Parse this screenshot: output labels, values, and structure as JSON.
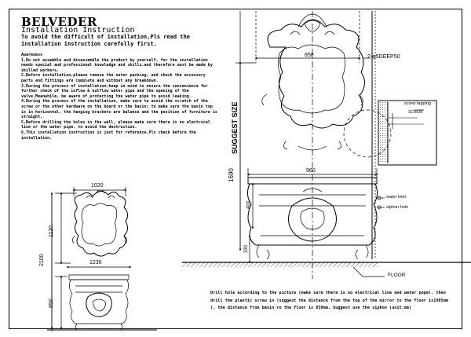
{
  "header": {
    "brand": "BELVEDER",
    "subtitle": "Installation Instruction",
    "intro": "To avoid the difficult of installation,Pls read the installation instruction carefully first."
  },
  "notes": {
    "heading": "Awareness",
    "items": [
      "1.Do not assemble and disassemble the product by yourself, for the installation needs special and professional knowledge and skills,and therefore must be made by skilled workers.",
      "2.Before installation,please remove the outer packing, and check the accessory parts and fittings are complete and without any breakdown.",
      "3.During the process of installation,keep in mind to ensure the convenience for further check of the inflow & outflow water pipe and the opening of the valve.Meanwhile, be aware of protecting the water pipe to avoid leaking.",
      "4.During the process of the installation, make sure to avoid the scratch of the screw or the other hardware on the board or the basin; to make sure the basin top is in horizontal, the hanging brackets are balance and the position of furniture is straight.",
      "5.Before drilling the holes in the wall, please make sure there is no electrical line or the water pipe, to avoid the destruction.",
      "6.This installation instruction is just for reference,Pls check before the installation."
    ]
  },
  "left_drawing": {
    "mirror_width": "1020",
    "mirror_height": "1120",
    "cabinet_width": "1230",
    "total_height": "2100",
    "cabinet_height": "850"
  },
  "right_drawing": {
    "mirror_width": "858",
    "bracket_label": "2-φ5DEEP50",
    "suggest_label": "SUGGEST SIZE",
    "vertical_height": "1690",
    "top_width": "960",
    "basin_height": "400",
    "floor_gap": "330",
    "water_inlet": "water inlet",
    "siphon_hole": "siphon hole",
    "floor_label": "FLOOR"
  },
  "detail": {
    "screw_tapping": "screw tapping",
    "screw": "SCREW"
  },
  "drill_note": "Drill hole according to the picture (make sure there is no electrical line and water pope). then drill the plastic screw in (suggest the distance from the top of the mirror to the floor is1905mm ). the distance from basin ro the floor is 850mm. Suggest use the siphon (unit:mm)"
}
